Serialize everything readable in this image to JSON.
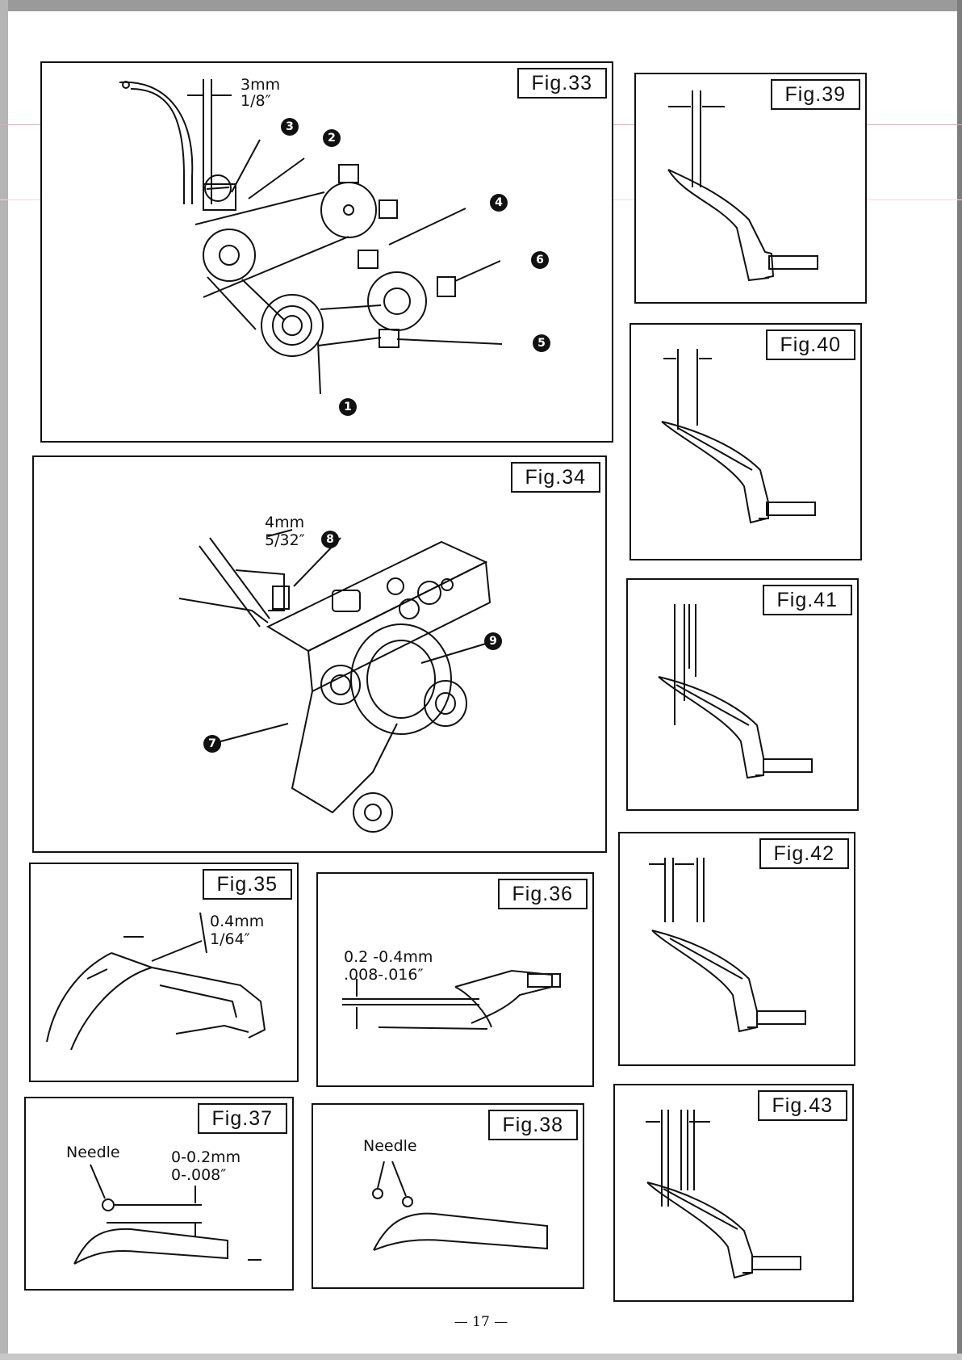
{
  "page": {
    "number": "— 17 —"
  },
  "colors": {
    "ink": "#111111",
    "paper": "#ffffff",
    "guide_line": "#e7a5b3"
  },
  "figures": [
    {
      "id": "fig33",
      "label": "Fig.33",
      "dimension": [
        "3mm",
        "1/8″"
      ],
      "callouts": [
        "1",
        "2",
        "3",
        "4",
        "5",
        "6"
      ]
    },
    {
      "id": "fig34",
      "label": "Fig.34",
      "dimension": [
        "4mm",
        "5/32″"
      ],
      "callouts": [
        "7",
        "8",
        "9"
      ]
    },
    {
      "id": "fig35",
      "label": "Fig.35",
      "dimension": [
        "0.4mm",
        "1/64″"
      ]
    },
    {
      "id": "fig36",
      "label": "Fig.36",
      "dimension": [
        "0.2  -0.4mm",
        ".008-.016″"
      ]
    },
    {
      "id": "fig37",
      "label": "Fig.37",
      "needle_label": "Needle",
      "dimension": [
        "0-0.2mm",
        "0-.008″"
      ]
    },
    {
      "id": "fig38",
      "label": "Fig.38",
      "needle_label": "Needle"
    },
    {
      "id": "fig39",
      "label": "Fig.39"
    },
    {
      "id": "fig40",
      "label": "Fig.40"
    },
    {
      "id": "fig41",
      "label": "Fig.41"
    },
    {
      "id": "fig42",
      "label": "Fig.42"
    },
    {
      "id": "fig43",
      "label": "Fig.43"
    }
  ]
}
